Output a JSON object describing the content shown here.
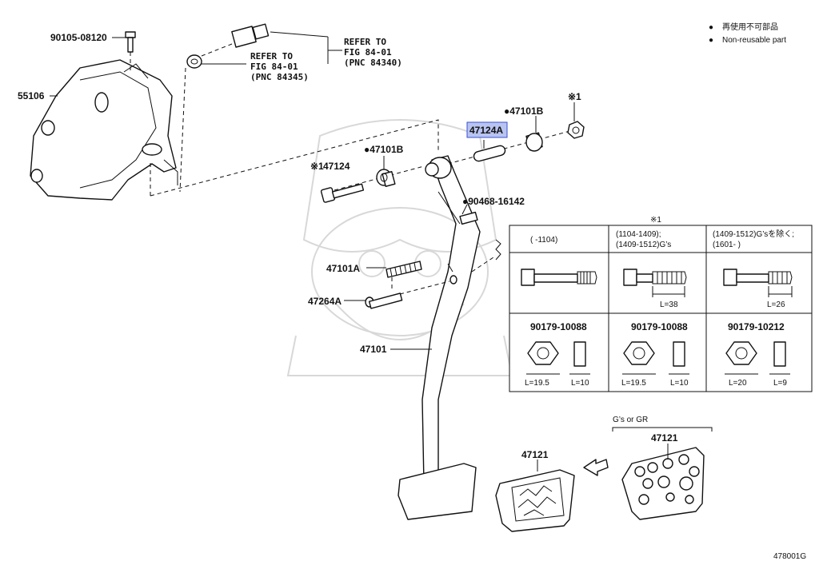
{
  "legend": {
    "items": [
      {
        "symbol": "●",
        "label": "再使用不可部品"
      },
      {
        "symbol": "●",
        "label": "Non-reusable part"
      }
    ]
  },
  "parts": {
    "bolt_top": "90105-08120",
    "bracket": "55106",
    "pedal_arm": "47101",
    "bushing_left": "●47101B",
    "bushing_right": "●47101B",
    "collar_highlight": "47124A",
    "nut_ref": "※1",
    "bolt_ref": "※1",
    "bolt_part": "47124",
    "clip": "●90468-16142",
    "spring": "47101A",
    "pin": "47264A",
    "pad_center": "47121",
    "pad_right": "47121"
  },
  "refs": {
    "ref1": {
      "line1": "REFER TO",
      "line2": "FIG 84-01",
      "line3": "(PNC 84340)"
    },
    "ref2": {
      "line1": "REFER TO",
      "line2": "FIG 84-01",
      "line3": "(PNC 84345)"
    }
  },
  "table": {
    "header": "※1",
    "columns": [
      {
        "range_line1": "(     -1104)",
        "range_line2": "",
        "bolt_len": "",
        "nut_part": "90179-10088",
        "nut_w": "L=19.5",
        "nut_h": "L=10"
      },
      {
        "range_line1": "(1104-1409);",
        "range_line2": "(1409-1512)G’s",
        "bolt_len": "L=38",
        "nut_part": "90179-10088",
        "nut_w": "L=19.5",
        "nut_h": "L=10"
      },
      {
        "range_line1": "(1409-1512)G’sを除く;",
        "range_line2": "(1601-     )",
        "bolt_len": "L=26",
        "nut_part": "90179-10212",
        "nut_w": "L=20",
        "nut_h": "L=9"
      }
    ]
  },
  "variant_label": "G’s or GR",
  "figure_id": "478001G",
  "colors": {
    "highlight": "#b8c4f0",
    "highlight_border": "#3a4fd0"
  }
}
